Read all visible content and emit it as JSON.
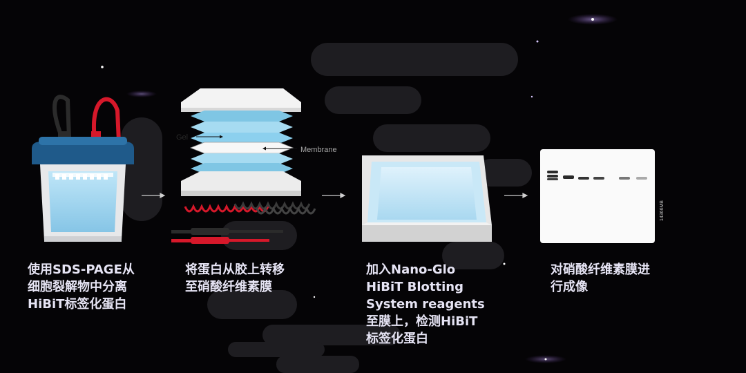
{
  "diagram": {
    "steps": [
      {
        "lines": [
          "使用SDS-PAGE从",
          "细胞裂解物中分离",
          "HiBiT标签化蛋白"
        ]
      },
      {
        "lines": [
          "将蛋白从胶上转移",
          "至硝酸纤维素膜"
        ]
      },
      {
        "lines": [
          "加入Nano-Glo",
          "HiBiT Blotting",
          "System reagents",
          "至膜上，检测HiBiT",
          "标签化蛋白"
        ]
      },
      {
        "lines": [
          "对硝酸纤维素膜进",
          "行成像"
        ]
      }
    ],
    "labels": {
      "gel": "Gel",
      "membrane": "Membrane",
      "figure_code": "14366MB"
    },
    "colors": {
      "background": "#050406",
      "caption_text": "#e6e4f4",
      "tank_blue": "#1f5a8a",
      "buffer_blue": "#9fd3ee",
      "lead_red": "#d6182a",
      "lead_black": "#2b2b2b"
    }
  }
}
